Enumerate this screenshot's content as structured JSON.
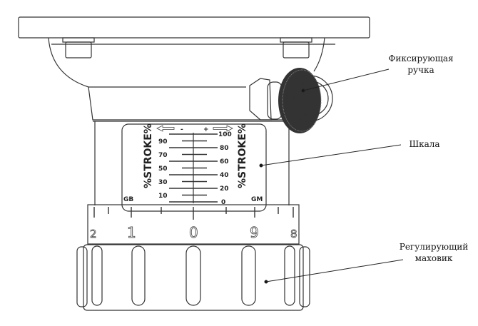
{
  "callouts": {
    "locking_knob": [
      "Фиксирующая",
      "ручка"
    ],
    "scale": "Шкала",
    "handwheel": [
      "Регулирующий",
      "маховик"
    ]
  },
  "scale_plate": {
    "stroke_label": "%STROKE%",
    "left_values": [
      "90",
      "70",
      "50",
      "30",
      "10"
    ],
    "right_values": [
      "100",
      "80",
      "60",
      "40",
      "20",
      "0"
    ],
    "minus": "-",
    "plus": "+",
    "left_corner": "GB",
    "right_corner": "GM"
  },
  "dial_numbers": [
    "2",
    "1",
    "0",
    "9",
    "8"
  ]
}
